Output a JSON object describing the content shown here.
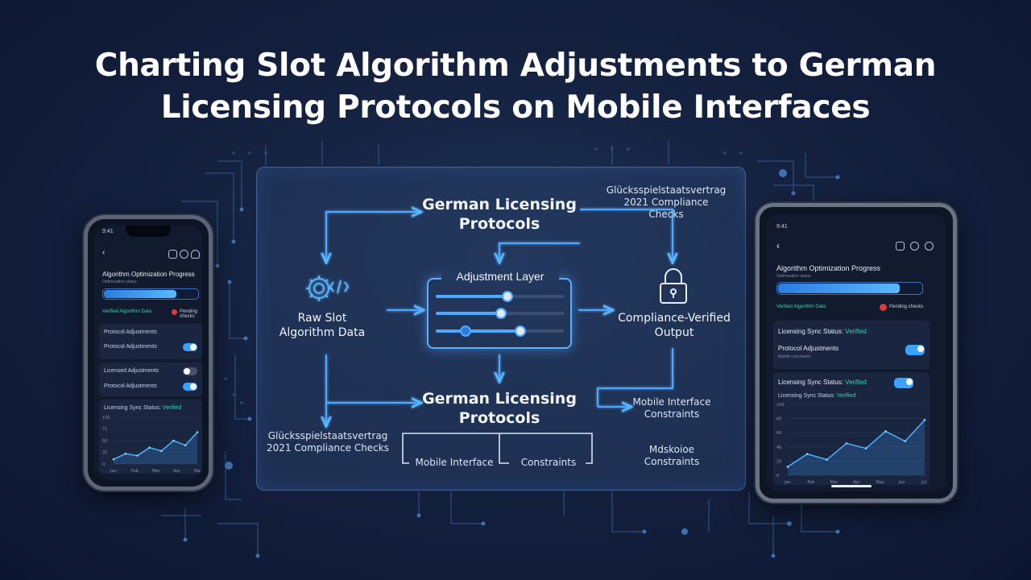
{
  "title": {
    "line1": "Charting Slot Algorithm Adjustments to German",
    "line2": "Licensing Protocols on Mobile Interfaces"
  },
  "diagram": {
    "top_node": {
      "line1": "German Licensing",
      "line2": "Protocols"
    },
    "top_note": {
      "line1": "Glücksspielstaatsvertrag",
      "line2": "2021 Compliance Checks"
    },
    "left_node": {
      "line1": "Raw Slot",
      "line2": "Algorithm Data"
    },
    "center_node": "Adjustment Layer",
    "right_node": {
      "line1": "Compliance-Verified",
      "line2": "Output"
    },
    "bottom_node": {
      "line1": "German Licensing",
      "line2": "Protocols"
    },
    "bottom_left_note": {
      "line1": "Glücksspielstaatsvertrag",
      "line2": "2021 Compliance Checks"
    },
    "bottom_right_note": {
      "line1": "Mobile Interface",
      "line2": "Constraints"
    },
    "bottom_right_note2": {
      "line1": "Mdskoioe",
      "line2": "Constraints"
    },
    "sub_left": "Mobile Interface",
    "sub_right": "Constraints",
    "icons": {
      "gear": "gear-code-icon",
      "lock": "padlock-icon"
    },
    "colors": {
      "accent": "#5ab0ff",
      "line": "#4fa8ff"
    }
  },
  "phone": {
    "time": "9:41",
    "heading": "Algorithm Optimization Progress",
    "subheading": "Optimization status",
    "progress": 0.78,
    "status_left": "Verified Algorithm Data",
    "status_right": "Pending checks",
    "card1_title": "Protocol Adjustments",
    "card1_row": "Protocol Adjustments",
    "row_a": "Licensed Adjustments",
    "row_b": "Protocol Adjustments",
    "sync_label": "Licensing Sync Status:",
    "sync_value": "Verified",
    "chart_yticks": [
      "100",
      "75",
      "50",
      "25",
      "0"
    ],
    "chart_xticks": [
      "Jan",
      "Feb",
      "Mar",
      "Apr",
      "May"
    ],
    "chart_values": [
      10,
      22,
      18,
      35,
      28,
      50,
      40,
      68
    ]
  },
  "tablet": {
    "time": "9:41",
    "heading": "Algorithm Optimization Progress",
    "subheading": "Optimization status",
    "progress": 0.85,
    "status_left": "Verified Algorithm Data",
    "status_right": "Pending checks",
    "card1_title_label": "Licensing Sync Status:",
    "card1_title_value": "Verified",
    "card1_row": "Protocol Adjustments",
    "card1_sub": "Mobile constraints",
    "card2_title_label": "Licensing Sync Status:",
    "card2_title_value": "Verified",
    "card2_sub_label": "Licensing Sync Status:",
    "card2_sub_value": "Verified",
    "chart_yticks": [
      "100",
      "80",
      "60",
      "40",
      "20",
      "0"
    ],
    "chart_xticks": [
      "Jan",
      "Feb",
      "Mar",
      "Apr",
      "May",
      "Jun",
      "Jul"
    ],
    "chart_values": [
      12,
      30,
      22,
      45,
      38,
      62,
      48,
      78
    ]
  }
}
